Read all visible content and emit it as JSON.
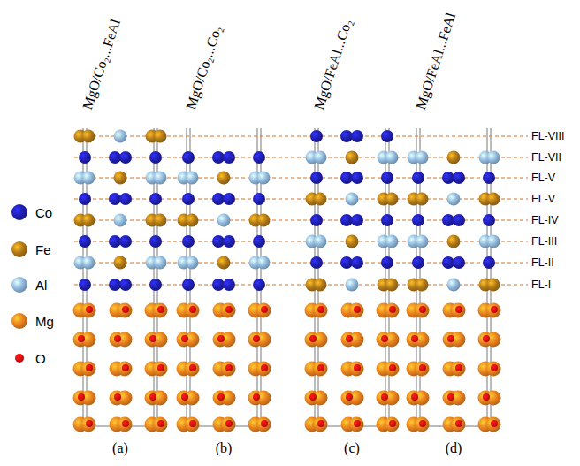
{
  "diagram": {
    "labels": [
      "MgO/Co₂...FeAl",
      "MgO/Co₂...Co₂",
      "MgO/FeAl...Co₂",
      "MgO/FeAl...FeAl",
      "FL-VIII",
      "FL-VII",
      "FL-V",
      "FL-V",
      "FL-IV",
      "FL-III",
      "FL-II",
      "FL-I",
      "(a)",
      "(b)",
      "(c)",
      "(d)"
    ],
    "legend": [
      {
        "text": "Co",
        "color": "#1f1fb0"
      },
      {
        "text": "Fe",
        "color": "#b07818"
      },
      {
        "text": "Al",
        "color": "#8fb8dc"
      },
      {
        "text": "Mg",
        "color": "#e8801e"
      },
      {
        "text": "O",
        "color": "#e01010"
      }
    ]
  }
}
